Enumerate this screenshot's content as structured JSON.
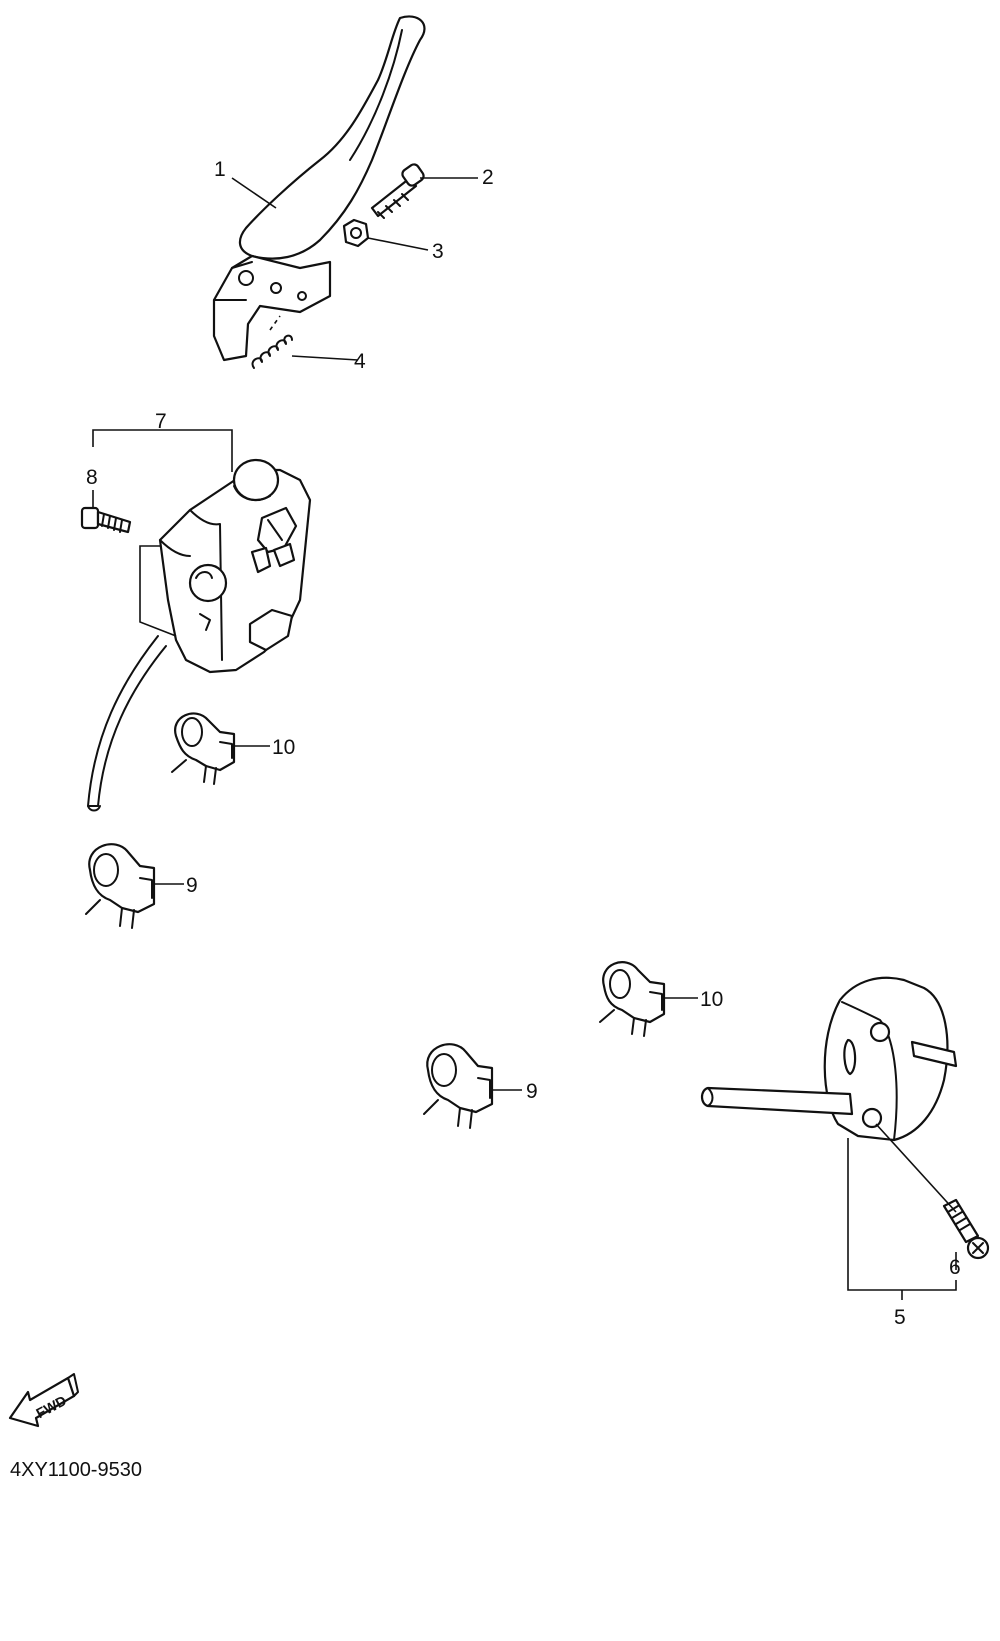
{
  "diagram": {
    "callouts": {
      "c1": "1",
      "c2": "2",
      "c3": "3",
      "c4": "4",
      "c5": "5",
      "c6": "6",
      "c7": "7",
      "c8": "8",
      "c9a": "9",
      "c9b": "9",
      "c10a": "10",
      "c10b": "10"
    },
    "direction_label": "FWD",
    "drawing_code": "4XY1100-9530"
  }
}
